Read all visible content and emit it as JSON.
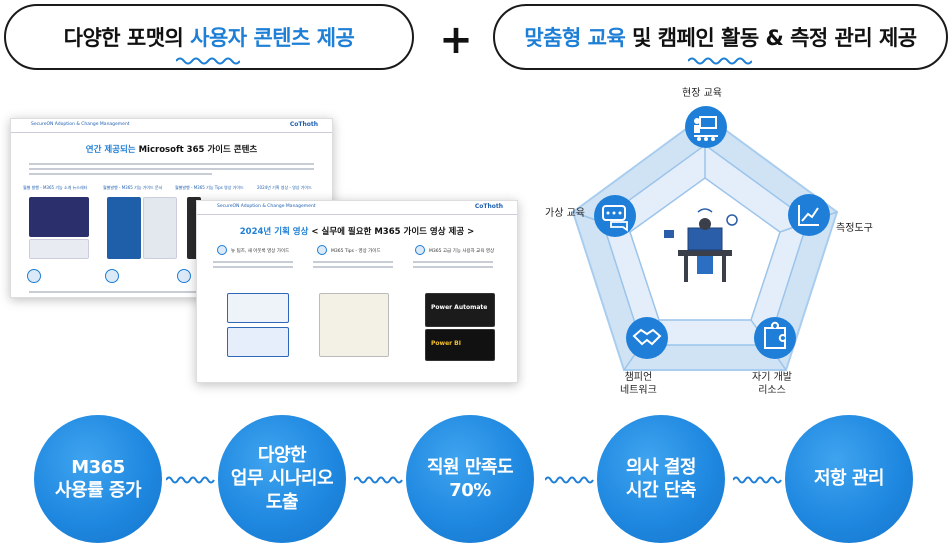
{
  "header": {
    "left_plain": "다양한 포맷의 ",
    "left_highlight": "사용자 콘텐츠 제공",
    "plus": "+",
    "right_highlight": "맞춤형 교육",
    "right_plain": " 및 캠페인 활동 & 측정 관리 제공"
  },
  "slide1": {
    "tag": "SecureON Adoption & Change Management",
    "logo": "CoThoth",
    "title_highlight": "연간 제공되는",
    "title_plain": " Microsoft 365 가이드 콘텐츠",
    "bullets": [
      "월별 발행 - M365 기능 소개 뉴스레터",
      "월별발행 - M365 기능 가이드 문서",
      "월별발행 - M365 기능 Tips 영상 가이드",
      "2024년 기획 영상 - 영상 가이드"
    ]
  },
  "slide2": {
    "tag": "SecureON Adoption & Change Management",
    "logo": "CoThoth",
    "title_highlight": "2024년 기획 영상",
    "title_plain": " < 실무에 필요한 M365 가이드 영상 제공 >",
    "col1_title": "뉴 팀즈, 새 아웃룩 영상 가이드",
    "col2_title": "M365 Tips - 영상 가이드",
    "col3_title": "M365 고급 기능 사용자 교육 영상",
    "col3_thumb1": "Power Automate",
    "col3_thumb2": "Power BI"
  },
  "pentagon": {
    "top": "현장 교육",
    "left": "가상 교육",
    "right": "측정도구",
    "bottom_left": [
      "챔피언",
      "네트워크"
    ],
    "bottom_right": [
      "자기 개발",
      "리소스"
    ]
  },
  "outcomes": [
    [
      "M365",
      "사용률 증가"
    ],
    [
      "다양한",
      "업무 시나리오",
      "도출"
    ],
    [
      "직원 만족도",
      "70%"
    ],
    [
      "의사 결정",
      "시간 단축"
    ],
    [
      "저항 관리"
    ]
  ],
  "colors": {
    "accent": "#1e7fd6",
    "dark": "#1a1a1a",
    "pentagon_light": "#cfe3f5"
  }
}
